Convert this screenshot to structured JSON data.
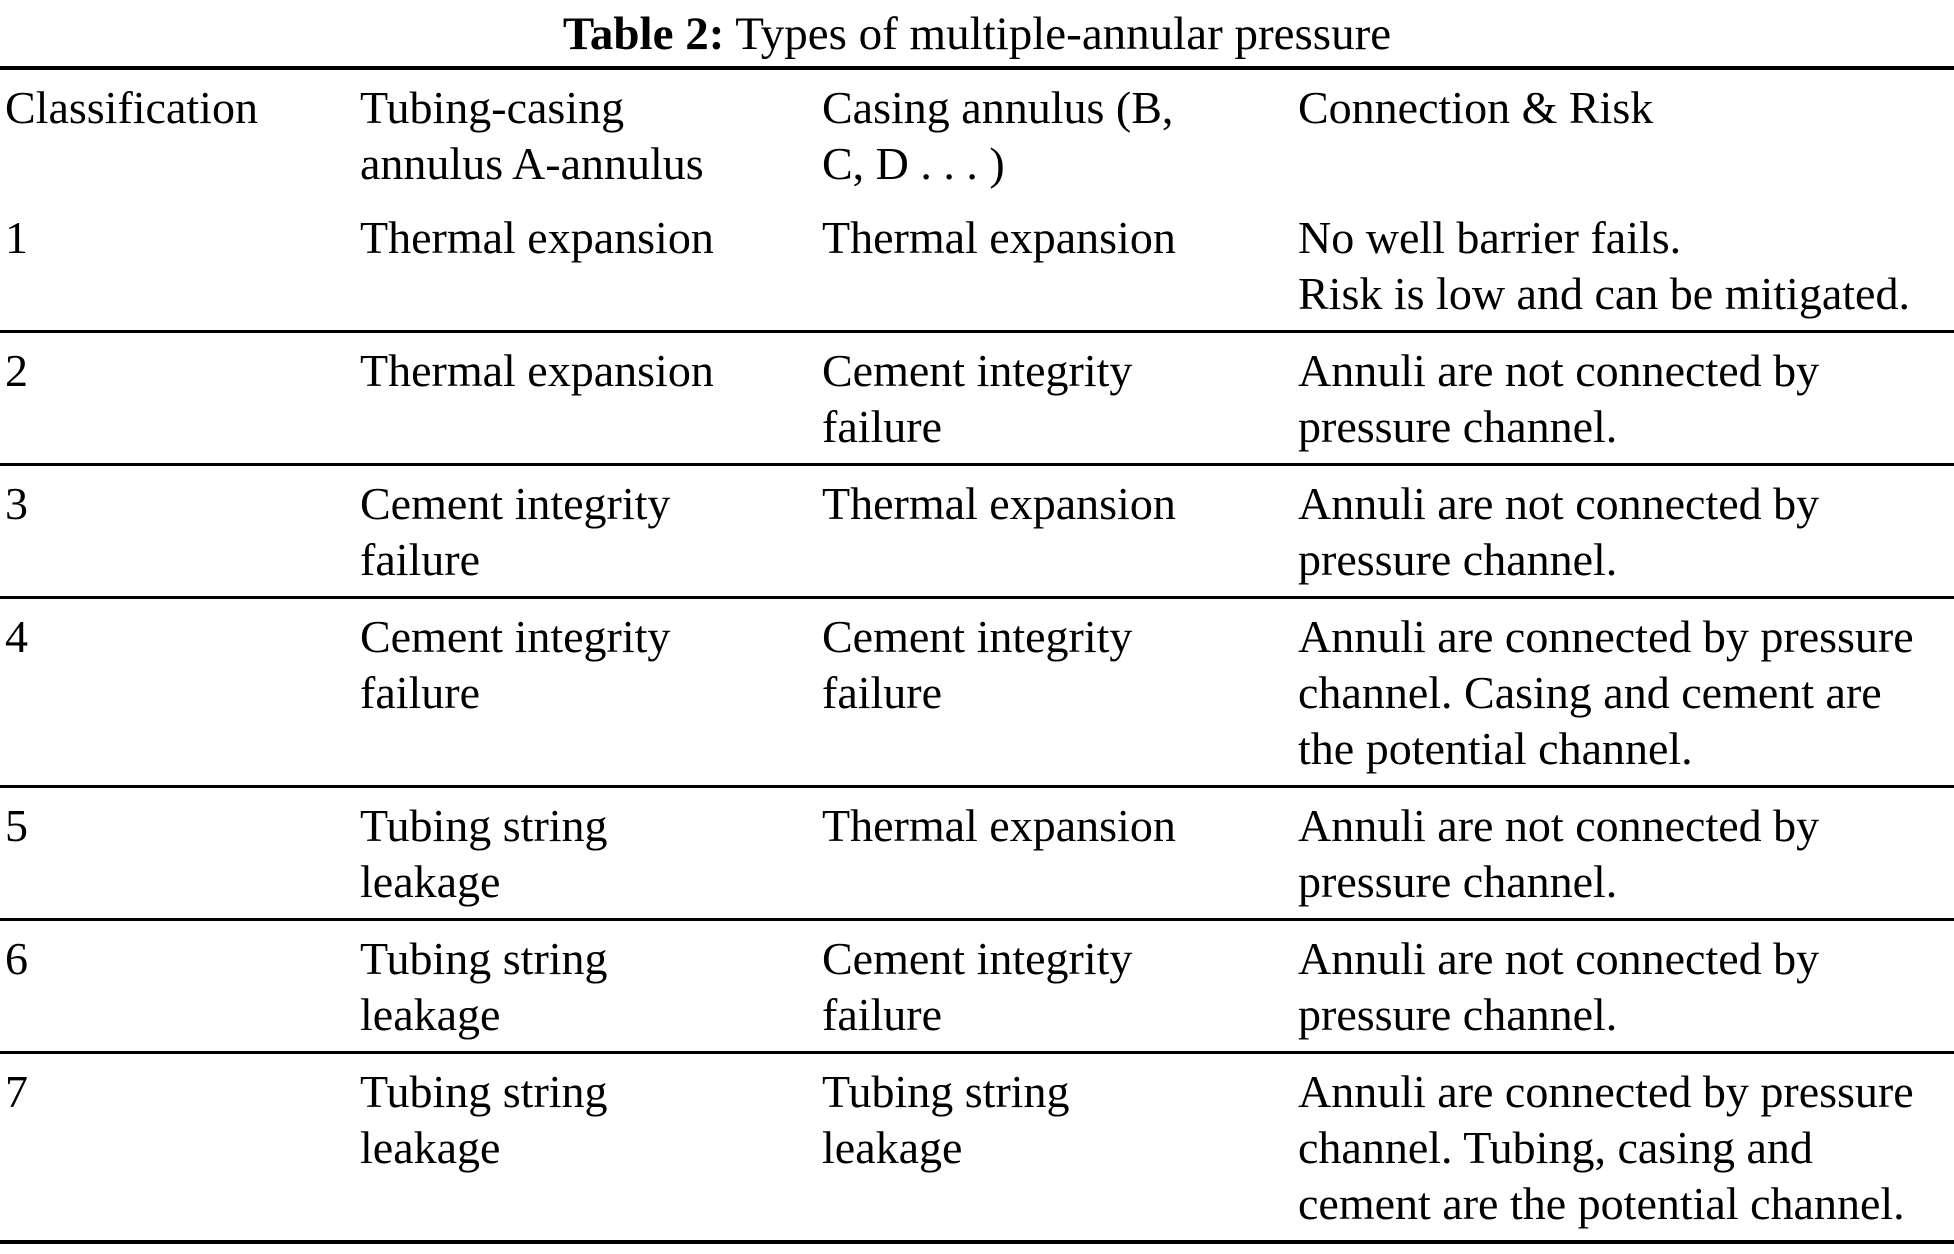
{
  "title": {
    "label": "Table 2:",
    "text": "Types of multiple-annular pressure"
  },
  "table": {
    "columns": [
      "Classification",
      "Tubing-casing\nannulus A-annulus",
      "Casing annulus (B,\nC, D . . . )",
      "Connection & Risk"
    ],
    "rows": [
      {
        "classification": "1",
        "tubing_casing_annulus": "Thermal expansion",
        "casing_annulus": "Thermal expansion",
        "connection_risk": "No well barrier fails.\nRisk is low and can be mitigated."
      },
      {
        "classification": "2",
        "tubing_casing_annulus": "Thermal expansion",
        "casing_annulus": "Cement integrity\nfailure",
        "connection_risk": "Annuli are not connected by\npressure channel."
      },
      {
        "classification": "3",
        "tubing_casing_annulus": "Cement integrity\nfailure",
        "casing_annulus": "Thermal expansion",
        "connection_risk": "Annuli are not connected by\npressure channel."
      },
      {
        "classification": "4",
        "tubing_casing_annulus": "Cement integrity\nfailure",
        "casing_annulus": "Cement integrity\nfailure",
        "connection_risk": "Annuli are connected by pressure\nchannel. Casing and cement are\nthe potential channel."
      },
      {
        "classification": "5",
        "tubing_casing_annulus": "Tubing string\nleakage",
        "casing_annulus": "Thermal expansion",
        "connection_risk": "Annuli are not connected by\npressure channel."
      },
      {
        "classification": "6",
        "tubing_casing_annulus": "Tubing string\nleakage",
        "casing_annulus": "Cement integrity\nfailure",
        "connection_risk": "Annuli are not connected by\npressure channel."
      },
      {
        "classification": "7",
        "tubing_casing_annulus": "Tubing string\nleakage",
        "casing_annulus": "Tubing string\nleakage",
        "connection_risk": "Annuli are connected by pressure\nchannel. Tubing, casing and\ncement are the potential channel."
      }
    ]
  }
}
